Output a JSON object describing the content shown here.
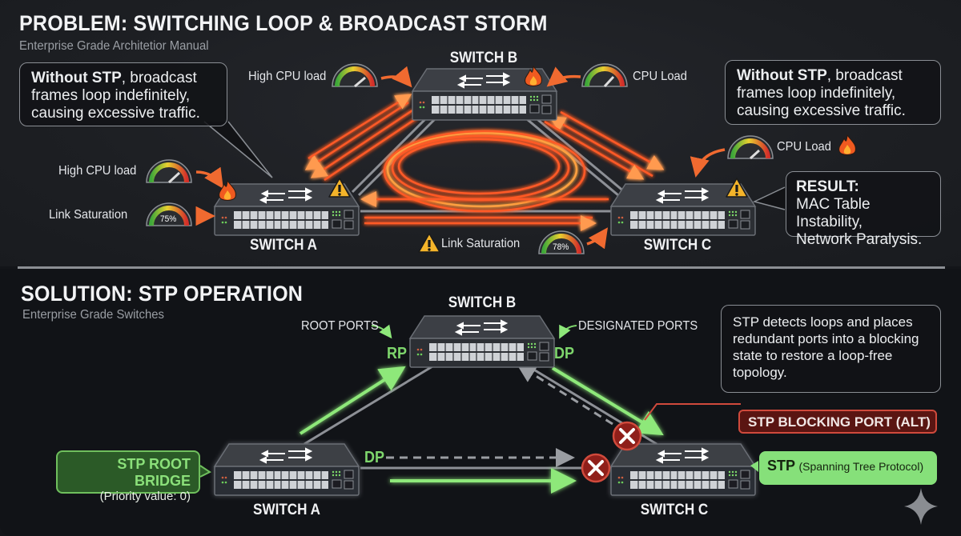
{
  "problem": {
    "title": "PROBLEM: SWITCHING LOOP & BROADCAST STORM",
    "subtitle": "Enterprise Grade Architetior Manual",
    "callout_left": {
      "bold": "Without STP",
      "rest": ", broadcast frames loop indefinitely, causing excessive traffic."
    },
    "callout_right": {
      "bold": "Without STP",
      "rest": ", broadcast frames loop indefinitely, causing excessive traffic."
    },
    "result": {
      "heading": "RESULT:",
      "line1": "MAC Table Instability,",
      "line2": "Network Paralysis."
    },
    "switches": {
      "a": "SWITCH A",
      "b": "SWITCH B",
      "c": "SWITCH C"
    },
    "gauges": {
      "b_left": {
        "label": "High CPU load",
        "value_pct": 80
      },
      "b_right": {
        "label": "CPU Load",
        "value_pct": 75
      },
      "a_cpu": {
        "label": "High CPU load",
        "value_pct": 78
      },
      "a_link": {
        "label": "Link Saturation",
        "value_text": "75%",
        "value_pct": 75
      },
      "c_cpu": {
        "label": "CPU Load",
        "value_pct": 72
      },
      "c_link": {
        "label": "Link Saturation",
        "value_text": "78%",
        "value_pct": 78
      }
    },
    "icons": [
      "fire-icon",
      "warning-icon",
      "gauge-icon",
      "curved-arrow-icon"
    ]
  },
  "solution": {
    "title": "SOLUTION: STP OPERATION",
    "subtitle": "Enterprise Grade Switches",
    "switches": {
      "a": "SWITCH A",
      "b": "SWITCH B",
      "c": "SWITCH C"
    },
    "root_ports_label": "ROOT PORTS",
    "designated_ports_label": "DESIGNATED PORTS",
    "rp": "RP",
    "dp_b": "DP",
    "dp_a": "DP",
    "info": "STP detects loops and places redundant ports into a blocking state to restore a loop-free topology.",
    "root_bridge": {
      "title": "STP ROOT BRIDGE",
      "detail": "(Priority value: 0)"
    },
    "blocking_port": "STP BLOCKING PORT (ALT)",
    "stp_badge": {
      "bold": "STP",
      "rest": "(Spanning Tree Protocol)"
    }
  },
  "colors": {
    "storm_red": "#ff4a22",
    "storm_orange": "#ffa040",
    "stp_green": "#7ee36a",
    "block_red": "#8f1f1a",
    "warning_yellow": "#f4b42a"
  }
}
